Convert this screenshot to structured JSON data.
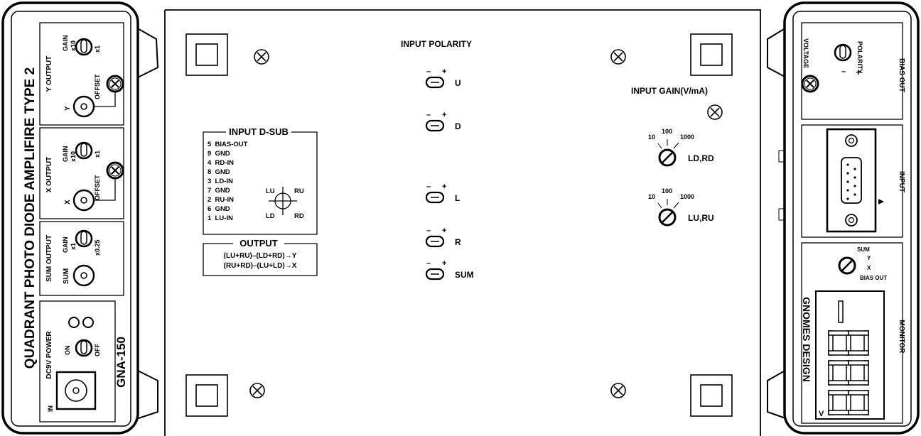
{
  "left_panel": {
    "title": "QUADRANT PHOTO DIODE AMPLIFIRE TYPE 2",
    "model": "GNA-150",
    "y_output": {
      "label": "Y OUTPUT",
      "gain": "GAIN",
      "x10": "x10",
      "x1": "x1",
      "offset": "OFFSET",
      "bnc": "Y"
    },
    "x_output": {
      "label": "X OUTPUT",
      "gain": "GAIN",
      "x10": "x10",
      "x1": "x1",
      "offset": "OFFSET",
      "bnc": "X"
    },
    "sum_output": {
      "label": "SUM OUTPUT",
      "gain": "GAIN",
      "x1": "x1",
      "x025": "x0.25",
      "bnc": "SUM"
    },
    "power": {
      "label": "DC9V POWER",
      "on": "ON",
      "off": "OFF",
      "in": "IN"
    }
  },
  "center_panel": {
    "polarity_title": "INPUT POLARITY",
    "polarity_switches": [
      {
        "label": "U",
        "minus": "–",
        "plus": "+"
      },
      {
        "label": "D",
        "minus": "–",
        "plus": "+"
      },
      {
        "label": "L",
        "minus": "–",
        "plus": "+"
      },
      {
        "label": "R",
        "minus": "–",
        "plus": "+"
      },
      {
        "label": "SUM",
        "minus": "–",
        "plus": "+"
      }
    ],
    "dsub": {
      "title": "INPUT D-SUB",
      "pins": [
        "5  BIAS-OUT",
        "9  GND",
        "4  RD-IN",
        "8  GND",
        "3  LD-IN",
        "7  GND",
        "2  RU-IN",
        "6  GND",
        "1  LU-IN"
      ],
      "quadrants": {
        "lu": "LU",
        "ru": "RU",
        "ld": "LD",
        "rd": "RD"
      }
    },
    "output": {
      "title": "OUTPUT",
      "line1": "(LU+RU)–(LD+RD)→Y",
      "line2": "(RU+RD)–(LU+LD)→X"
    },
    "gain": {
      "title": "INPUT GAIN(V/mA)",
      "knobs": [
        {
          "label": "LD,RD",
          "s10": "10",
          "s100": "100",
          "s1000": "1000"
        },
        {
          "label": "LU,RU",
          "s10": "10",
          "s100": "100",
          "s1000": "1000"
        }
      ]
    }
  },
  "right_panel": {
    "bias_out": "BIAS OUT",
    "voltage": "VOLTAGE",
    "polarity": "POLARITY",
    "plus": "+",
    "minus": "–",
    "input": "INPUT",
    "monitor": "MONITOR",
    "brand": "GNOMES DESIGN",
    "selector": {
      "sum": "SUM",
      "y": "Y",
      "x": "X",
      "bias": "BIAS OUT"
    },
    "unit": "V"
  }
}
